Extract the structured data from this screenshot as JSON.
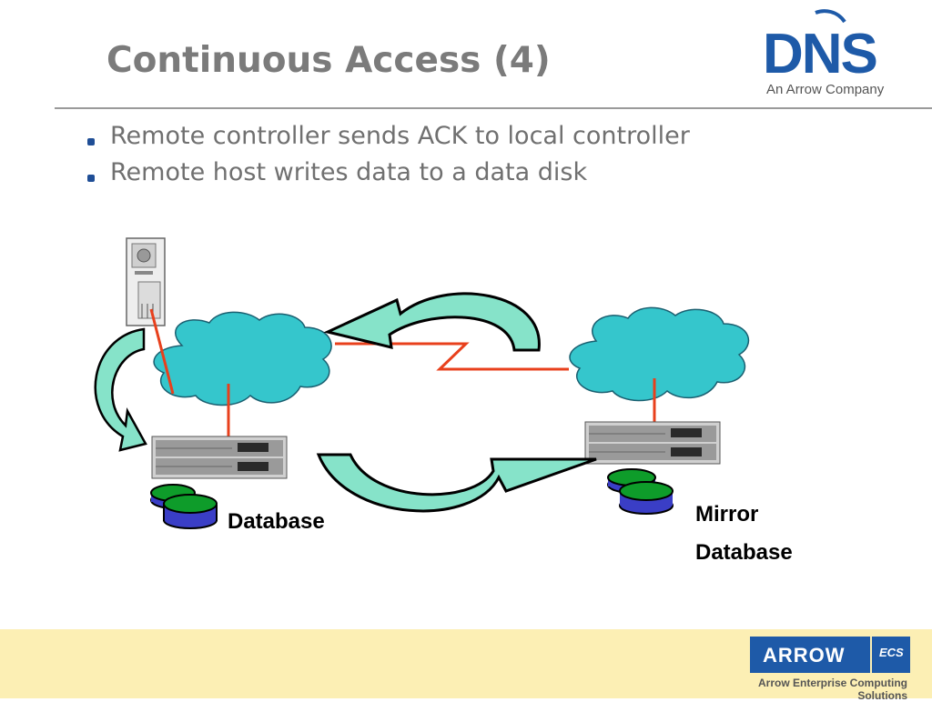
{
  "slide": {
    "title": "Continuous Access (4)"
  },
  "logo": {
    "brand": "DNS",
    "subtitle": "An Arrow Company"
  },
  "bullets": [
    "Remote controller sends ACK to local controller",
    "Remote host writes data to a data disk"
  ],
  "diagram": {
    "left_label": "Database",
    "right_label_line1": "Mirror",
    "right_label_line2": "Database"
  },
  "footer": {
    "brand": "ARROW",
    "badge": "ECS",
    "tagline": "Arrow Enterprise Computing Solutions"
  },
  "colors": {
    "cloud_fill": "#35c6cc",
    "arrow_fill": "#86e3c9",
    "link_line": "#e8401c",
    "disk_top": "#0e9c2a",
    "disk_body": "#3a3ec6",
    "title_text": "#7b7b7b",
    "footer_band": "#fcefb4",
    "brand_blue": "#1e5aa8"
  }
}
